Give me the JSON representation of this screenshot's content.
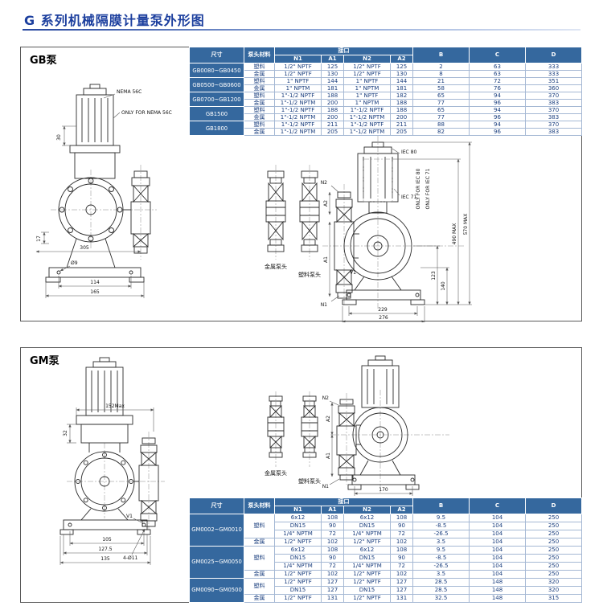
{
  "page": {
    "title": "G 系列机械隔膜计量泵外形图"
  },
  "colors": {
    "accent": "#1c3f9e",
    "table_header_bg": "#35689e",
    "table_text": "#1a3e7e"
  },
  "table_headers": {
    "size": "尺寸",
    "material": "泵头材料",
    "port": "接口",
    "n1": "N1",
    "a1": "A1",
    "n2": "N2",
    "a2": "A2",
    "b": "B",
    "c": "C",
    "d": "D"
  },
  "gb": {
    "panel_label": "GB泵",
    "table_rows": [
      {
        "size": "GB0080~GB0450",
        "sizeSpan": 2,
        "material": "塑料",
        "cells": [
          "1/2\" NPTF",
          "125",
          "1/2\" NPTF",
          "125",
          "2",
          "63",
          "333"
        ]
      },
      {
        "material": "金属",
        "cells": [
          "1/2\" NPTF",
          "130",
          "1/2\" NPTF",
          "130",
          "8",
          "63",
          "333"
        ]
      },
      {
        "size": "GB0500~GB0600",
        "size_span_note": "",
        "sizeSpan": 2,
        "material": "塑料",
        "cells": [
          "1\" NPTF",
          "144",
          "1\" NPTF",
          "144",
          "21",
          "72",
          "351"
        ]
      },
      {
        "material": "金属",
        "cells": [
          "1\" NPTM",
          "181",
          "1\" NPTM",
          "181",
          "58",
          "76",
          "360"
        ]
      },
      {
        "size": "GB0700~GB1200",
        "sizeSpan": 2,
        "material": "塑料",
        "cells": [
          "1\"-1/2 NPTF",
          "188",
          "1\" NPTF",
          "182",
          "65",
          "94",
          "370"
        ]
      },
      {
        "material": "金属",
        "cells": [
          "1\"-1/2 NPTM",
          "200",
          "1\" NPTM",
          "188",
          "77",
          "96",
          "383"
        ]
      },
      {
        "size": "GB1500",
        "sizeSpan": 2,
        "material": "塑料",
        "cells": [
          "1\"-1/2 NPTF",
          "188",
          "1\"-1/2 NPTF",
          "188",
          "65",
          "94",
          "370"
        ]
      },
      {
        "material": "金属",
        "cells": [
          "1\"-1/2 NPTM",
          "200",
          "1\"-1/2 NPTM",
          "200",
          "77",
          "96",
          "383"
        ]
      },
      {
        "size": "GB1800",
        "sizeSpan": 2,
        "material": "塑料",
        "cells": [
          "1\"-1/2 NPTF",
          "211",
          "1\"-1/2 NPTF",
          "211",
          "88",
          "94",
          "370"
        ]
      },
      {
        "material": "金属",
        "cells": [
          "1\"-1/2 NPTM",
          "205",
          "1\"-1/2 NPTM",
          "205",
          "82",
          "96",
          "383"
        ]
      }
    ],
    "drawing": {
      "nema": "NEMA 56C",
      "only_nema": "ONLY FOR NEMA 56C",
      "dim_30": "30",
      "dim_17": "17",
      "dim_305": "305",
      "hole": "Ø9",
      "dim_114": "114",
      "dim_165": "165",
      "metal_head": "金属泵头",
      "plastic_head": "塑料泵头",
      "n1": "N1",
      "n2": "N2",
      "a1": "A1",
      "a2": "A2",
      "iec80": "IEC 80",
      "only_iec80": "ONLY FOR IEC 80",
      "iec71": "IEC 71",
      "only_iec71": "ONLY FOR IEC 71",
      "dim_490": "490 MAX",
      "dim_570": "570 MAX",
      "dim_229": "229",
      "dim_276": "276",
      "dim_140": "140",
      "dim_123": "123",
      "v1": "V1"
    }
  },
  "gm": {
    "panel_label": "GM泵",
    "table_rows": [
      {
        "size": "GM0002~GM0010",
        "sizeSpan": 4,
        "material": "塑料",
        "materialSpan": 3,
        "cells": [
          "6x12",
          "108",
          "6x12",
          "108",
          "9.5",
          "104",
          "250"
        ]
      },
      {
        "cells": [
          "DN15",
          "90",
          "DN15",
          "90",
          "-8.5",
          "104",
          "250"
        ]
      },
      {
        "cells": [
          "1/4\" NPTM",
          "72",
          "1/4\" NPTM",
          "72",
          "-26.5",
          "104",
          "250"
        ]
      },
      {
        "material": "金属",
        "cells": [
          "1/2\" NPTF",
          "102",
          "1/2\" NPTF",
          "102",
          "3.5",
          "104",
          "250"
        ]
      },
      {
        "size": "GM0025~GM0050",
        "sizeSpan": 4,
        "material": "塑料",
        "materialSpan": 3,
        "cells": [
          "6x12",
          "108",
          "6x12",
          "108",
          "9.5",
          "104",
          "250"
        ]
      },
      {
        "cells": [
          "DN15",
          "90",
          "DN15",
          "90",
          "-8.5",
          "104",
          "250"
        ]
      },
      {
        "cells": [
          "1/4\" NPTM",
          "72",
          "1/4\" NPTM",
          "72",
          "-26.5",
          "104",
          "250"
        ]
      },
      {
        "material": "金属",
        "cells": [
          "1/2\" NPTF",
          "102",
          "1/2\" NPTF",
          "102",
          "3.5",
          "104",
          "250"
        ]
      },
      {
        "size": "GM0090~GM0500",
        "sizeSpan": 3,
        "material": "塑料",
        "materialSpan": 2,
        "cells": [
          "1/2\" NPTF",
          "127",
          "1/2\" NPTF",
          "127",
          "28.5",
          "148",
          "320"
        ]
      },
      {
        "cells": [
          "DN15",
          "127",
          "DN15",
          "127",
          "28.5",
          "148",
          "320"
        ]
      },
      {
        "material": "金属",
        "cells": [
          "1/2\" NPTF",
          "131",
          "1/2\" NPTF",
          "131",
          "32.5",
          "148",
          "315"
        ]
      }
    ],
    "drawing": {
      "dim_152": "152Max",
      "dim_32": "32",
      "dim_105": "105",
      "dim_1275": "127.5",
      "dim_135": "135",
      "holes": "4-Ø11",
      "v1": "V1",
      "metal_head": "金属泵头",
      "plastic_head": "塑料泵头",
      "n1": "N1",
      "n2": "N2",
      "a1": "A1",
      "a2": "A2",
      "dim_170": "170"
    }
  }
}
